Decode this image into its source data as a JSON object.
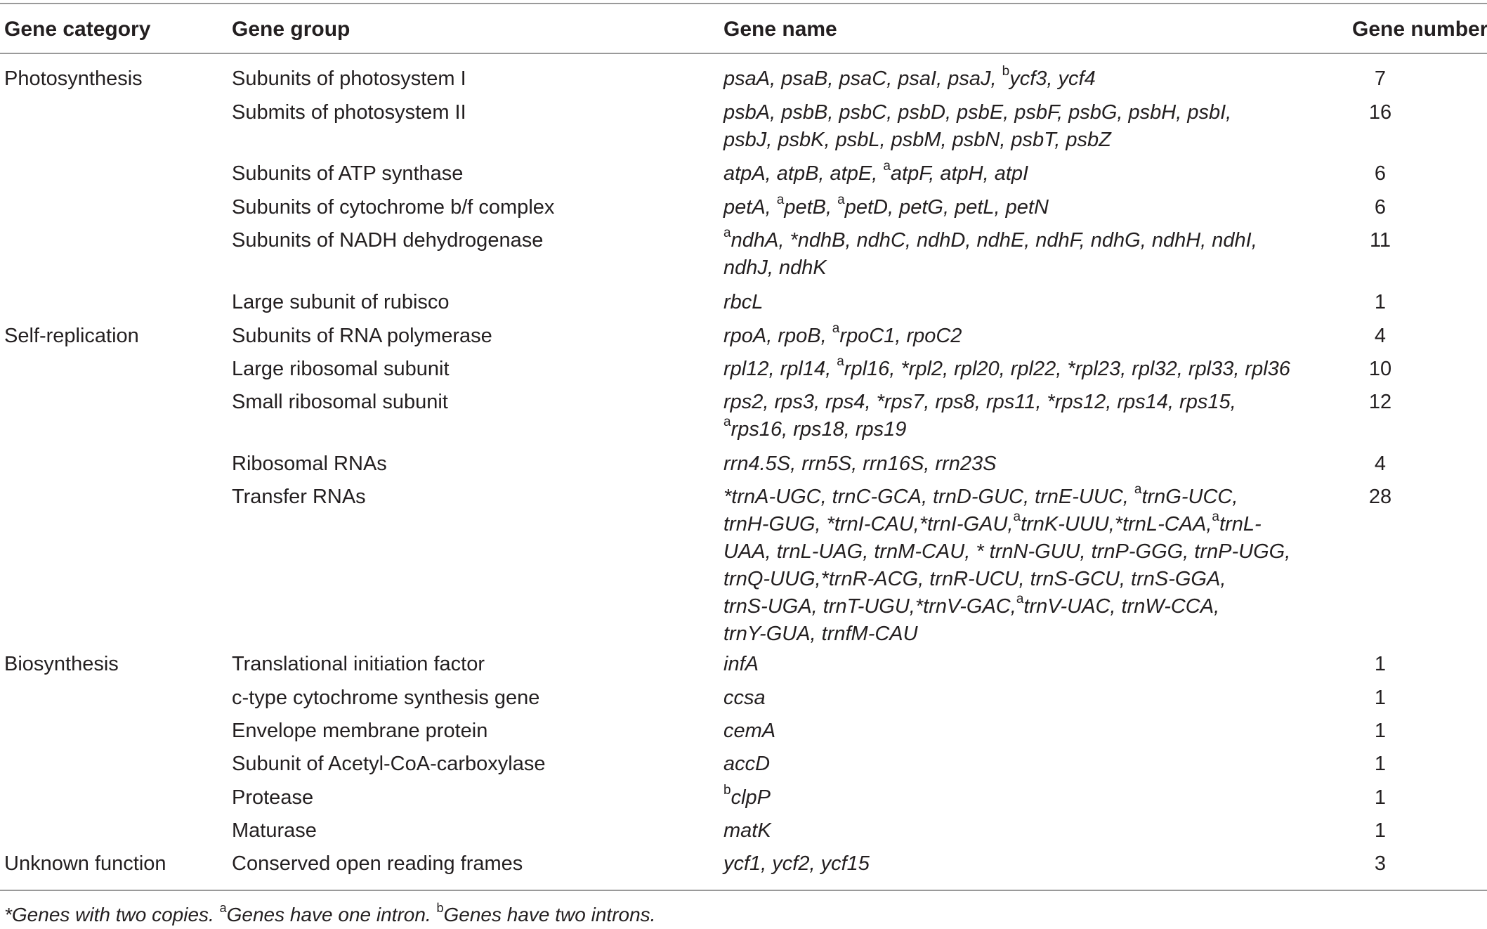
{
  "table": {
    "headers": {
      "category": "Gene category",
      "group": "Gene group",
      "name": "Gene name",
      "number": "Gene number"
    },
    "rows": [
      {
        "category": "Photosynthesis",
        "group": "Subunits of photosystem I",
        "lines": [
          [
            [
              "",
              "psaA"
            ],
            [
              "",
              ", "
            ],
            [
              "",
              "psaB"
            ],
            [
              "",
              ", "
            ],
            [
              "",
              "psaC"
            ],
            [
              "",
              ", "
            ],
            [
              "",
              "psaI"
            ],
            [
              "",
              ", "
            ],
            [
              "",
              "psaJ"
            ],
            [
              "",
              ", "
            ],
            [
              "b",
              "ycf3"
            ],
            [
              "",
              ", "
            ],
            [
              "",
              "ycf4"
            ]
          ]
        ],
        "number": "7"
      },
      {
        "category": "",
        "group": "Submits of photosystem II",
        "lines": [
          [
            [
              "",
              "psbA, psbB, psbC, psbD, psbE, psbF, psbG, psbH, psbI,"
            ]
          ],
          [
            [
              "",
              "psbJ, psbK, psbL, psbM, psbN, psbT, psbZ"
            ]
          ]
        ],
        "number": "16"
      },
      {
        "category": "",
        "group": "Subunits of ATP synthase",
        "lines": [
          [
            [
              "",
              "atpA, atpB, atpE, "
            ],
            [
              "a",
              "atpF"
            ],
            [
              "",
              ", atpH, atpI"
            ]
          ]
        ],
        "number": "6"
      },
      {
        "category": "",
        "group": "Subunits of cytochrome b/f complex",
        "lines": [
          [
            [
              "",
              "petA, "
            ],
            [
              "a",
              "petB"
            ],
            [
              "",
              ", "
            ],
            [
              "a",
              "petD"
            ],
            [
              "",
              ", petG, petL, petN"
            ]
          ]
        ],
        "number": "6"
      },
      {
        "category": "",
        "group": "Subunits of NADH dehydrogenase",
        "lines": [
          [
            [
              "a",
              "ndhA"
            ],
            [
              "",
              ", *ndhB, ndhC, ndhD, ndhE, ndhF, ndhG, ndhH, ndhI,"
            ]
          ],
          [
            [
              "",
              "ndhJ, ndhK"
            ]
          ]
        ],
        "number": "11"
      },
      {
        "category": "",
        "group": "Large subunit of rubisco",
        "lines": [
          [
            [
              "",
              "rbcL"
            ]
          ]
        ],
        "number": "1"
      },
      {
        "category": "Self-replication",
        "group": "Subunits of RNA polymerase",
        "lines": [
          [
            [
              "",
              "rpoA, rpoB, "
            ],
            [
              "a",
              "rpoC1"
            ],
            [
              "",
              ", rpoC2"
            ]
          ]
        ],
        "number": "4"
      },
      {
        "category": "",
        "group": "Large ribosomal subunit",
        "lines": [
          [
            [
              "",
              "rpl12, rpl14, "
            ],
            [
              "a",
              "rpl16"
            ],
            [
              "",
              ", *rpl2, rpl20, rpl22, *rpl23, rpl32, rpl33, rpl36"
            ]
          ]
        ],
        "number": "10"
      },
      {
        "category": "",
        "group": "Small ribosomal subunit",
        "lines": [
          [
            [
              "",
              "rps2, rps3, rps4, *rps7, rps8, rps11, *rps12, rps14, rps15,"
            ]
          ],
          [
            [
              "a",
              "rps16"
            ],
            [
              "",
              ", rps18, rps19"
            ]
          ]
        ],
        "number": "12"
      },
      {
        "category": "",
        "group": "Ribosomal RNAs",
        "lines": [
          [
            [
              "",
              "rrn4.5S, rrn5S, rrn16S, rrn23S"
            ]
          ]
        ],
        "number": "4"
      },
      {
        "category": "",
        "group": "Transfer RNAs",
        "lines": [
          [
            [
              "",
              "*trnA-UGC, trnC-GCA, trnD-GUC, trnE-UUC, "
            ],
            [
              "a",
              "trnG-UCC,"
            ]
          ],
          [
            [
              "",
              "trnH-GUG, *trnI-CAU,*trnI-GAU,"
            ],
            [
              "a",
              "trnK-UUU,*trnL-CAA,"
            ],
            [
              "a",
              "trnL-"
            ]
          ],
          [
            [
              "",
              "UAA, trnL-UAG, trnM-CAU, * trnN-GUU, trnP-GGG, trnP-UGG,"
            ]
          ],
          [
            [
              "",
              "trnQ-UUG,*trnR-ACG, trnR-UCU, trnS-GCU, trnS-GGA,"
            ]
          ],
          [
            [
              "",
              "trnS-UGA, trnT-UGU,*trnV-GAC,"
            ],
            [
              "a",
              "trnV-UAC, trnW-CCA,"
            ]
          ],
          [
            [
              "",
              "trnY-GUA, trnfM-CAU"
            ]
          ]
        ],
        "number": "28"
      },
      {
        "category": "Biosynthesis",
        "group": "Translational initiation factor",
        "lines": [
          [
            [
              "",
              "infA"
            ]
          ]
        ],
        "number": "1"
      },
      {
        "category": "",
        "group": "c-type cytochrome synthesis gene",
        "lines": [
          [
            [
              "",
              "ccsa"
            ]
          ]
        ],
        "number": "1"
      },
      {
        "category": "",
        "group": "Envelope membrane protein",
        "lines": [
          [
            [
              "",
              "cemA"
            ]
          ]
        ],
        "number": "1"
      },
      {
        "category": "",
        "group": "Subunit of Acetyl-CoA-carboxylase",
        "lines": [
          [
            [
              "",
              "accD"
            ]
          ]
        ],
        "number": "1"
      },
      {
        "category": "",
        "group": "Protease",
        "lines": [
          [
            [
              "b",
              "clpP"
            ]
          ]
        ],
        "number": "1"
      },
      {
        "category": "",
        "group": "Maturase",
        "lines": [
          [
            [
              "",
              "matK"
            ]
          ]
        ],
        "number": "1"
      },
      {
        "category": "Unknown function",
        "group": "Conserved open reading frames",
        "lines": [
          [
            [
              "",
              "ycf1, ycf2, ycf15"
            ]
          ]
        ],
        "number": "3"
      }
    ]
  },
  "footnote": [
    [
      "",
      "*Genes with two copies. "
    ],
    [
      "a",
      "Genes have one intron. "
    ],
    [
      "b",
      "Genes have two introns."
    ]
  ]
}
